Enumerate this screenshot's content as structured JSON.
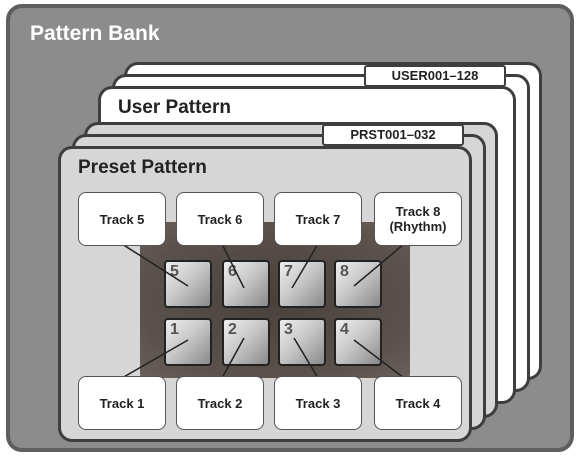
{
  "title": "Pattern Bank",
  "user_pattern": {
    "title": "User Pattern",
    "range": "USER001–128"
  },
  "preset_pattern": {
    "title": "Preset Pattern",
    "range": "PRST001–032"
  },
  "pads": [
    {
      "id": "5",
      "number": "5",
      "track": "Track 5"
    },
    {
      "id": "6",
      "number": "6",
      "track": "Track 6"
    },
    {
      "id": "7",
      "number": "7",
      "track": "Track 7"
    },
    {
      "id": "8",
      "number": "8",
      "track": "Track 8\n(Rhythm)"
    },
    {
      "id": "1",
      "number": "1",
      "track": "Track 1"
    },
    {
      "id": "2",
      "number": "2",
      "track": "Track 2"
    },
    {
      "id": "3",
      "number": "3",
      "track": "Track 3"
    },
    {
      "id": "4",
      "number": "4",
      "track": "Track 4"
    }
  ],
  "colors": {
    "bank": "#8c8c8c",
    "preset_card": "#d6d6d6",
    "user_card": "#ffffff",
    "pad_area": "#4a403c"
  }
}
